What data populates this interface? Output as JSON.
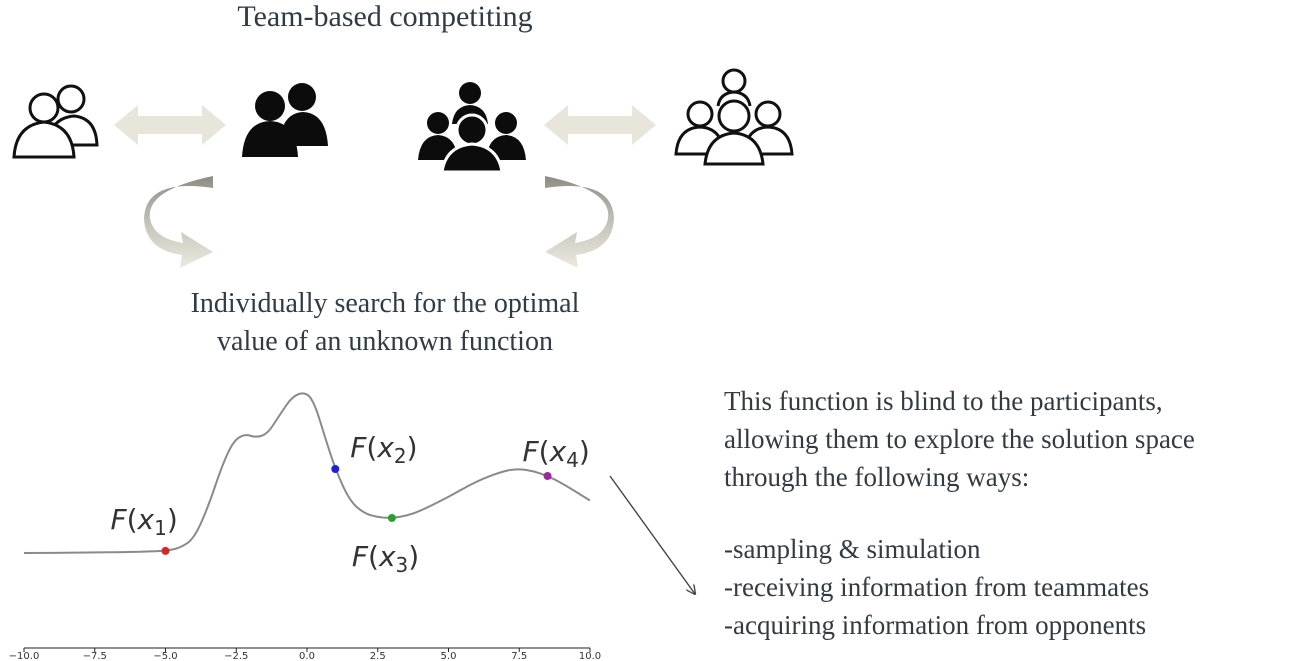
{
  "title": "Team-based competiting",
  "subtitle_line1": "Individually search for the optimal",
  "subtitle_line2": "value of an unknown function",
  "description": {
    "lines": [
      "This function is blind to the participants,",
      "allowing them to explore the solution space",
      "through the following ways:"
    ],
    "ways": [
      "-sampling & simulation",
      "-receiving information from teammates",
      "-acquiring information from opponents"
    ]
  },
  "icons": [
    "two-person-outline-icon",
    "two-person-filled-icon",
    "group-filled-icon",
    "group-outline-icon",
    "double-arrow-icon",
    "curved-arrow-icon"
  ],
  "points": [
    {
      "label": "F",
      "var": "x",
      "sub": "1",
      "x": -5.0,
      "y": 0.28,
      "color": "#d62728"
    },
    {
      "label": "F",
      "var": "x",
      "sub": "2",
      "x": 1.0,
      "y": 1.45,
      "color": "#1f1fd6"
    },
    {
      "label": "F",
      "var": "x",
      "sub": "3",
      "x": 3.0,
      "y": 0.75,
      "color": "#2ca02c"
    },
    {
      "label": "F",
      "var": "x",
      "sub": "4",
      "x": 8.5,
      "y": 1.35,
      "color": "#9a2a9a"
    }
  ],
  "curve": [
    [
      -10,
      0.25
    ],
    [
      -8,
      0.255
    ],
    [
      -6,
      0.265
    ],
    [
      -5,
      0.28
    ],
    [
      -4.5,
      0.32
    ],
    [
      -4,
      0.45
    ],
    [
      -3.5,
      0.9
    ],
    [
      -3.0,
      1.5
    ],
    [
      -2.6,
      1.85
    ],
    [
      -2.2,
      1.95
    ],
    [
      -1.8,
      1.9
    ],
    [
      -1.4,
      1.95
    ],
    [
      -1.0,
      2.2
    ],
    [
      -0.5,
      2.5
    ],
    [
      0.0,
      2.55
    ],
    [
      0.3,
      2.35
    ],
    [
      0.6,
      1.95
    ],
    [
      1.0,
      1.45
    ],
    [
      1.5,
      1.0
    ],
    [
      2.0,
      0.82
    ],
    [
      2.5,
      0.76
    ],
    [
      3.0,
      0.75
    ],
    [
      3.5,
      0.78
    ],
    [
      4.0,
      0.85
    ],
    [
      5.0,
      1.05
    ],
    [
      6.0,
      1.28
    ],
    [
      7.0,
      1.43
    ],
    [
      7.5,
      1.45
    ],
    [
      8.0,
      1.42
    ],
    [
      8.5,
      1.35
    ],
    [
      9.0,
      1.25
    ],
    [
      10.0,
      1.0
    ]
  ],
  "chart_data": {
    "type": "line",
    "x_ticks": [
      "−10.0",
      "−7.5",
      "−5.0",
      "−2.5",
      "0.0",
      "2.5",
      "5.0",
      "7.5",
      "10.0"
    ],
    "xlim": [
      -10,
      10
    ]
  }
}
